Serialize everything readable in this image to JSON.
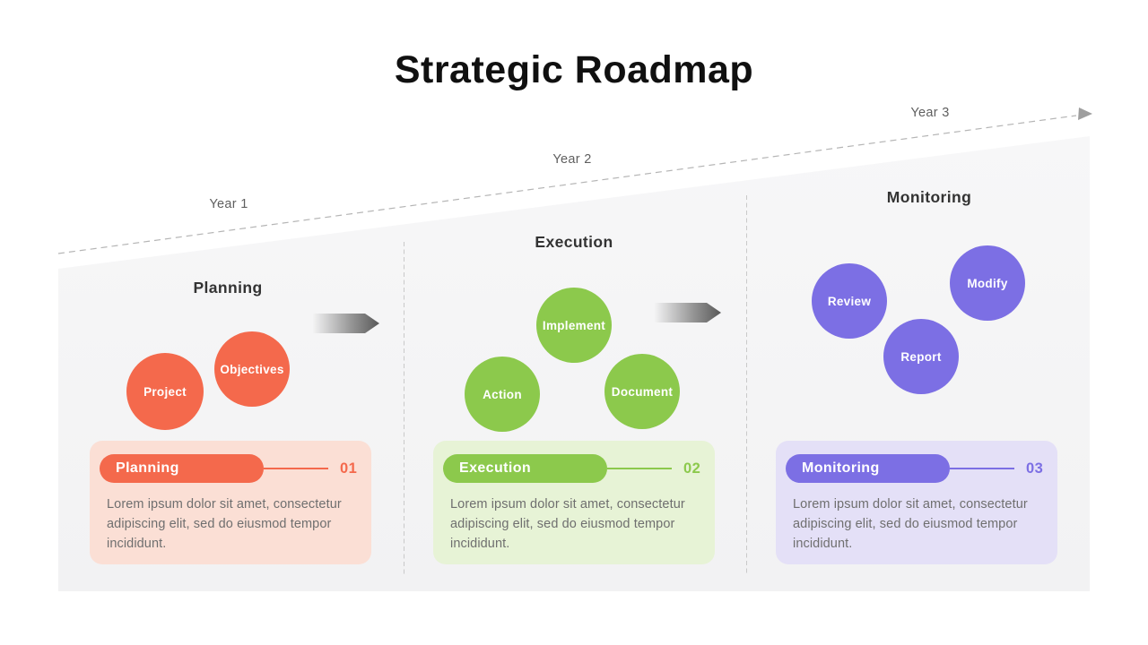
{
  "title": "Strategic Roadmap",
  "timeline": {
    "years": [
      "Year 1",
      "Year 2",
      "Year 3"
    ],
    "arrow_icon": "dashed-rising-arrow-right",
    "line_color": "#b5b5b5"
  },
  "flow_arrow_icon": "gradient-arrow-right",
  "sections": [
    {
      "heading": "Planning",
      "circles": [
        {
          "label": "Project"
        },
        {
          "label": "Objectives"
        }
      ],
      "card": {
        "pill_label": "Planning",
        "number": "01",
        "body": "Lorem ipsum dolor sit amet, consectetur adipiscing elit, sed do eiusmod tempor incididunt."
      },
      "colors": {
        "accent": "#F4694C",
        "card_bg": "#FBDFD5"
      }
    },
    {
      "heading": "Execution",
      "circles": [
        {
          "label": "Implement"
        },
        {
          "label": "Action"
        },
        {
          "label": "Document"
        }
      ],
      "card": {
        "pill_label": "Execution",
        "number": "02",
        "body": "Lorem ipsum dolor sit amet, consectetur adipiscing elit, sed do eiusmod tempor incididunt."
      },
      "colors": {
        "accent": "#8CC94C",
        "card_bg": "#E7F3D6"
      }
    },
    {
      "heading": "Monitoring",
      "circles": [
        {
          "label": "Review"
        },
        {
          "label": "Modify"
        },
        {
          "label": "Report"
        }
      ],
      "card": {
        "pill_label": "Monitoring",
        "number": "03",
        "body": "Lorem ipsum dolor sit amet, consectetur adipiscing elit, sed do eiusmod tempor incididunt."
      },
      "colors": {
        "accent": "#7C6FE4",
        "card_bg": "#E4E0F7"
      }
    }
  ]
}
